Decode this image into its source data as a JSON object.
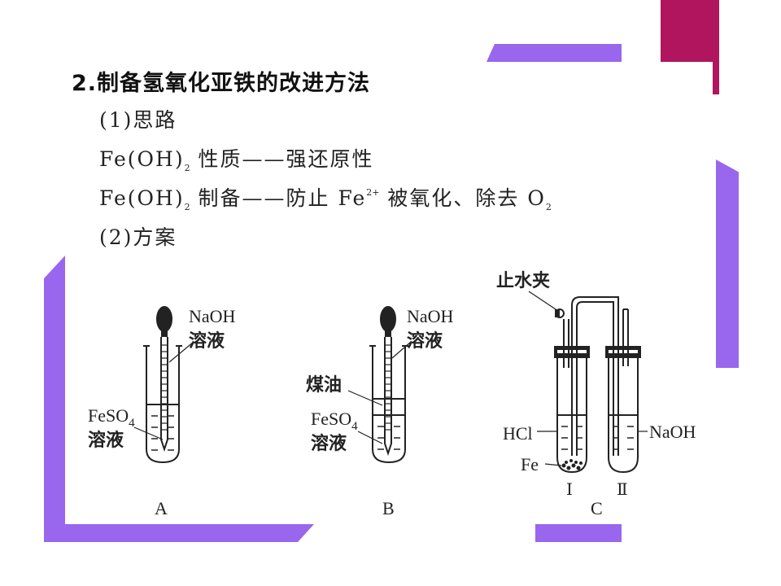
{
  "slide": {
    "heading": "2.制备氢氧化亚铁的改进方法",
    "lines": [
      {
        "text": "(1)思路"
      },
      {
        "prefix": "Fe(OH)",
        "sub": "2",
        "suffix": " 性质——强还原性"
      },
      {
        "prefix": "Fe(OH)",
        "sub": "2",
        "middle": " 制备——防止 Fe",
        "sup": "2+",
        "middle2": " 被氧化、除去 O",
        "sub2": "2"
      },
      {
        "text": "(2)方案"
      }
    ]
  },
  "figure": {
    "panels": [
      {
        "id": "A",
        "labels": {
          "reagent_line1": "NaOH",
          "reagent_line2": "溶液",
          "solution_main": "FeSO",
          "solution_sub": "4",
          "solution_line2": "溶液"
        }
      },
      {
        "id": "B",
        "labels": {
          "reagent_line1": "NaOH",
          "reagent_line2": "溶液",
          "oil": "煤油",
          "solution_main": "FeSO",
          "solution_sub": "4",
          "solution_line2": "溶液"
        }
      },
      {
        "id": "C",
        "labels": {
          "clamp": "止水夹",
          "acid": "HCl",
          "metal": "Fe",
          "base": "NaOH",
          "tube_1": "Ⅰ",
          "tube_2": "Ⅱ"
        }
      }
    ]
  },
  "colors": {
    "purple": "#9966ee",
    "magenta": "#b0155e",
    "ink": "#222222"
  }
}
